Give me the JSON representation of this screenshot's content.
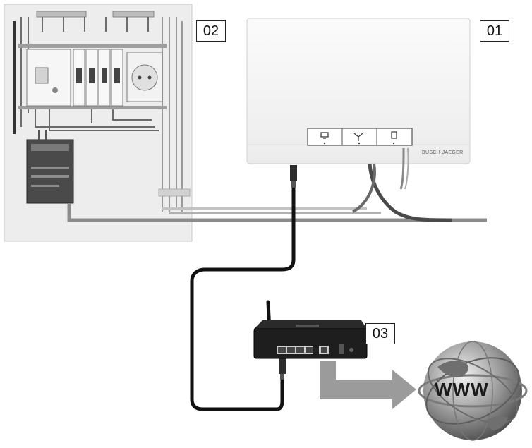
{
  "labels": {
    "system_access_point": "01",
    "distribution_board": "02",
    "router": "03"
  },
  "device": {
    "brand": "BUSCH-JAEGER"
  },
  "globe": {
    "text": "WWW"
  },
  "icons": {
    "power_supply": "power-supply-icon",
    "network_cable": "network-cable-icon",
    "internet_arrow": "arrow-right-icon",
    "globe": "globe-icon"
  }
}
